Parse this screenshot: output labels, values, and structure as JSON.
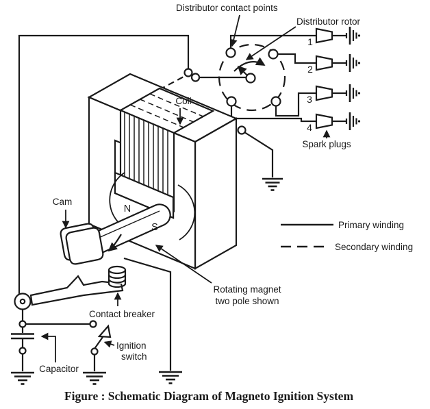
{
  "figure": {
    "caption": "Figure : Schematic Diagram of Magneto Ignition System",
    "ink_color": "#1a1a1a",
    "paper_color": "#ffffff"
  },
  "labels": {
    "distributor_contact_points": "Distributor contact points",
    "distributor_rotor": "Distributor rotor",
    "coil": "Coil",
    "cam": "Cam",
    "contact_breaker": "Contact breaker",
    "capacitor": "Capacitor",
    "ignition_switch_line1": "Ignition",
    "ignition_switch_line2": "switch",
    "spark_plugs": "Spark plugs",
    "rotating_magnet_line1": "Rotating magnet",
    "rotating_magnet_line2": "two pole shown",
    "north_pole": "N",
    "south_pole": "S"
  },
  "spark_plug_numbers": [
    "1",
    "2",
    "3",
    "4"
  ],
  "legend": {
    "primary": "Primary winding",
    "secondary": "Secondary winding"
  }
}
